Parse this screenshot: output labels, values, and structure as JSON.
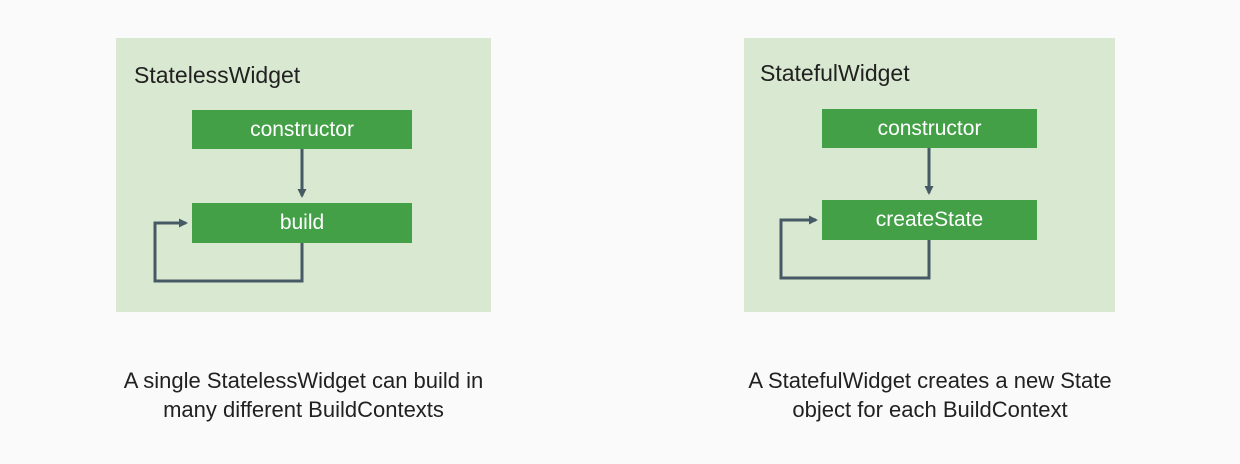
{
  "background": "#fafafa",
  "colors": {
    "panel": "#d9e8d0",
    "node": "#43a047",
    "node_text": "#ffffff",
    "arrow": "#455a64",
    "text": "#212121"
  },
  "diagrams": [
    {
      "panel_title": "StatelessWidget",
      "nodes": [
        {
          "label": "constructor"
        },
        {
          "label": "build"
        }
      ],
      "caption": "A single StatelessWidget can build in\nmany different BuildContexts"
    },
    {
      "panel_title": "StatefulWidget",
      "nodes": [
        {
          "label": "constructor"
        },
        {
          "label": "createState"
        }
      ],
      "caption": "A StatefulWidget creates a new State\nobject for each BuildContext"
    }
  ]
}
